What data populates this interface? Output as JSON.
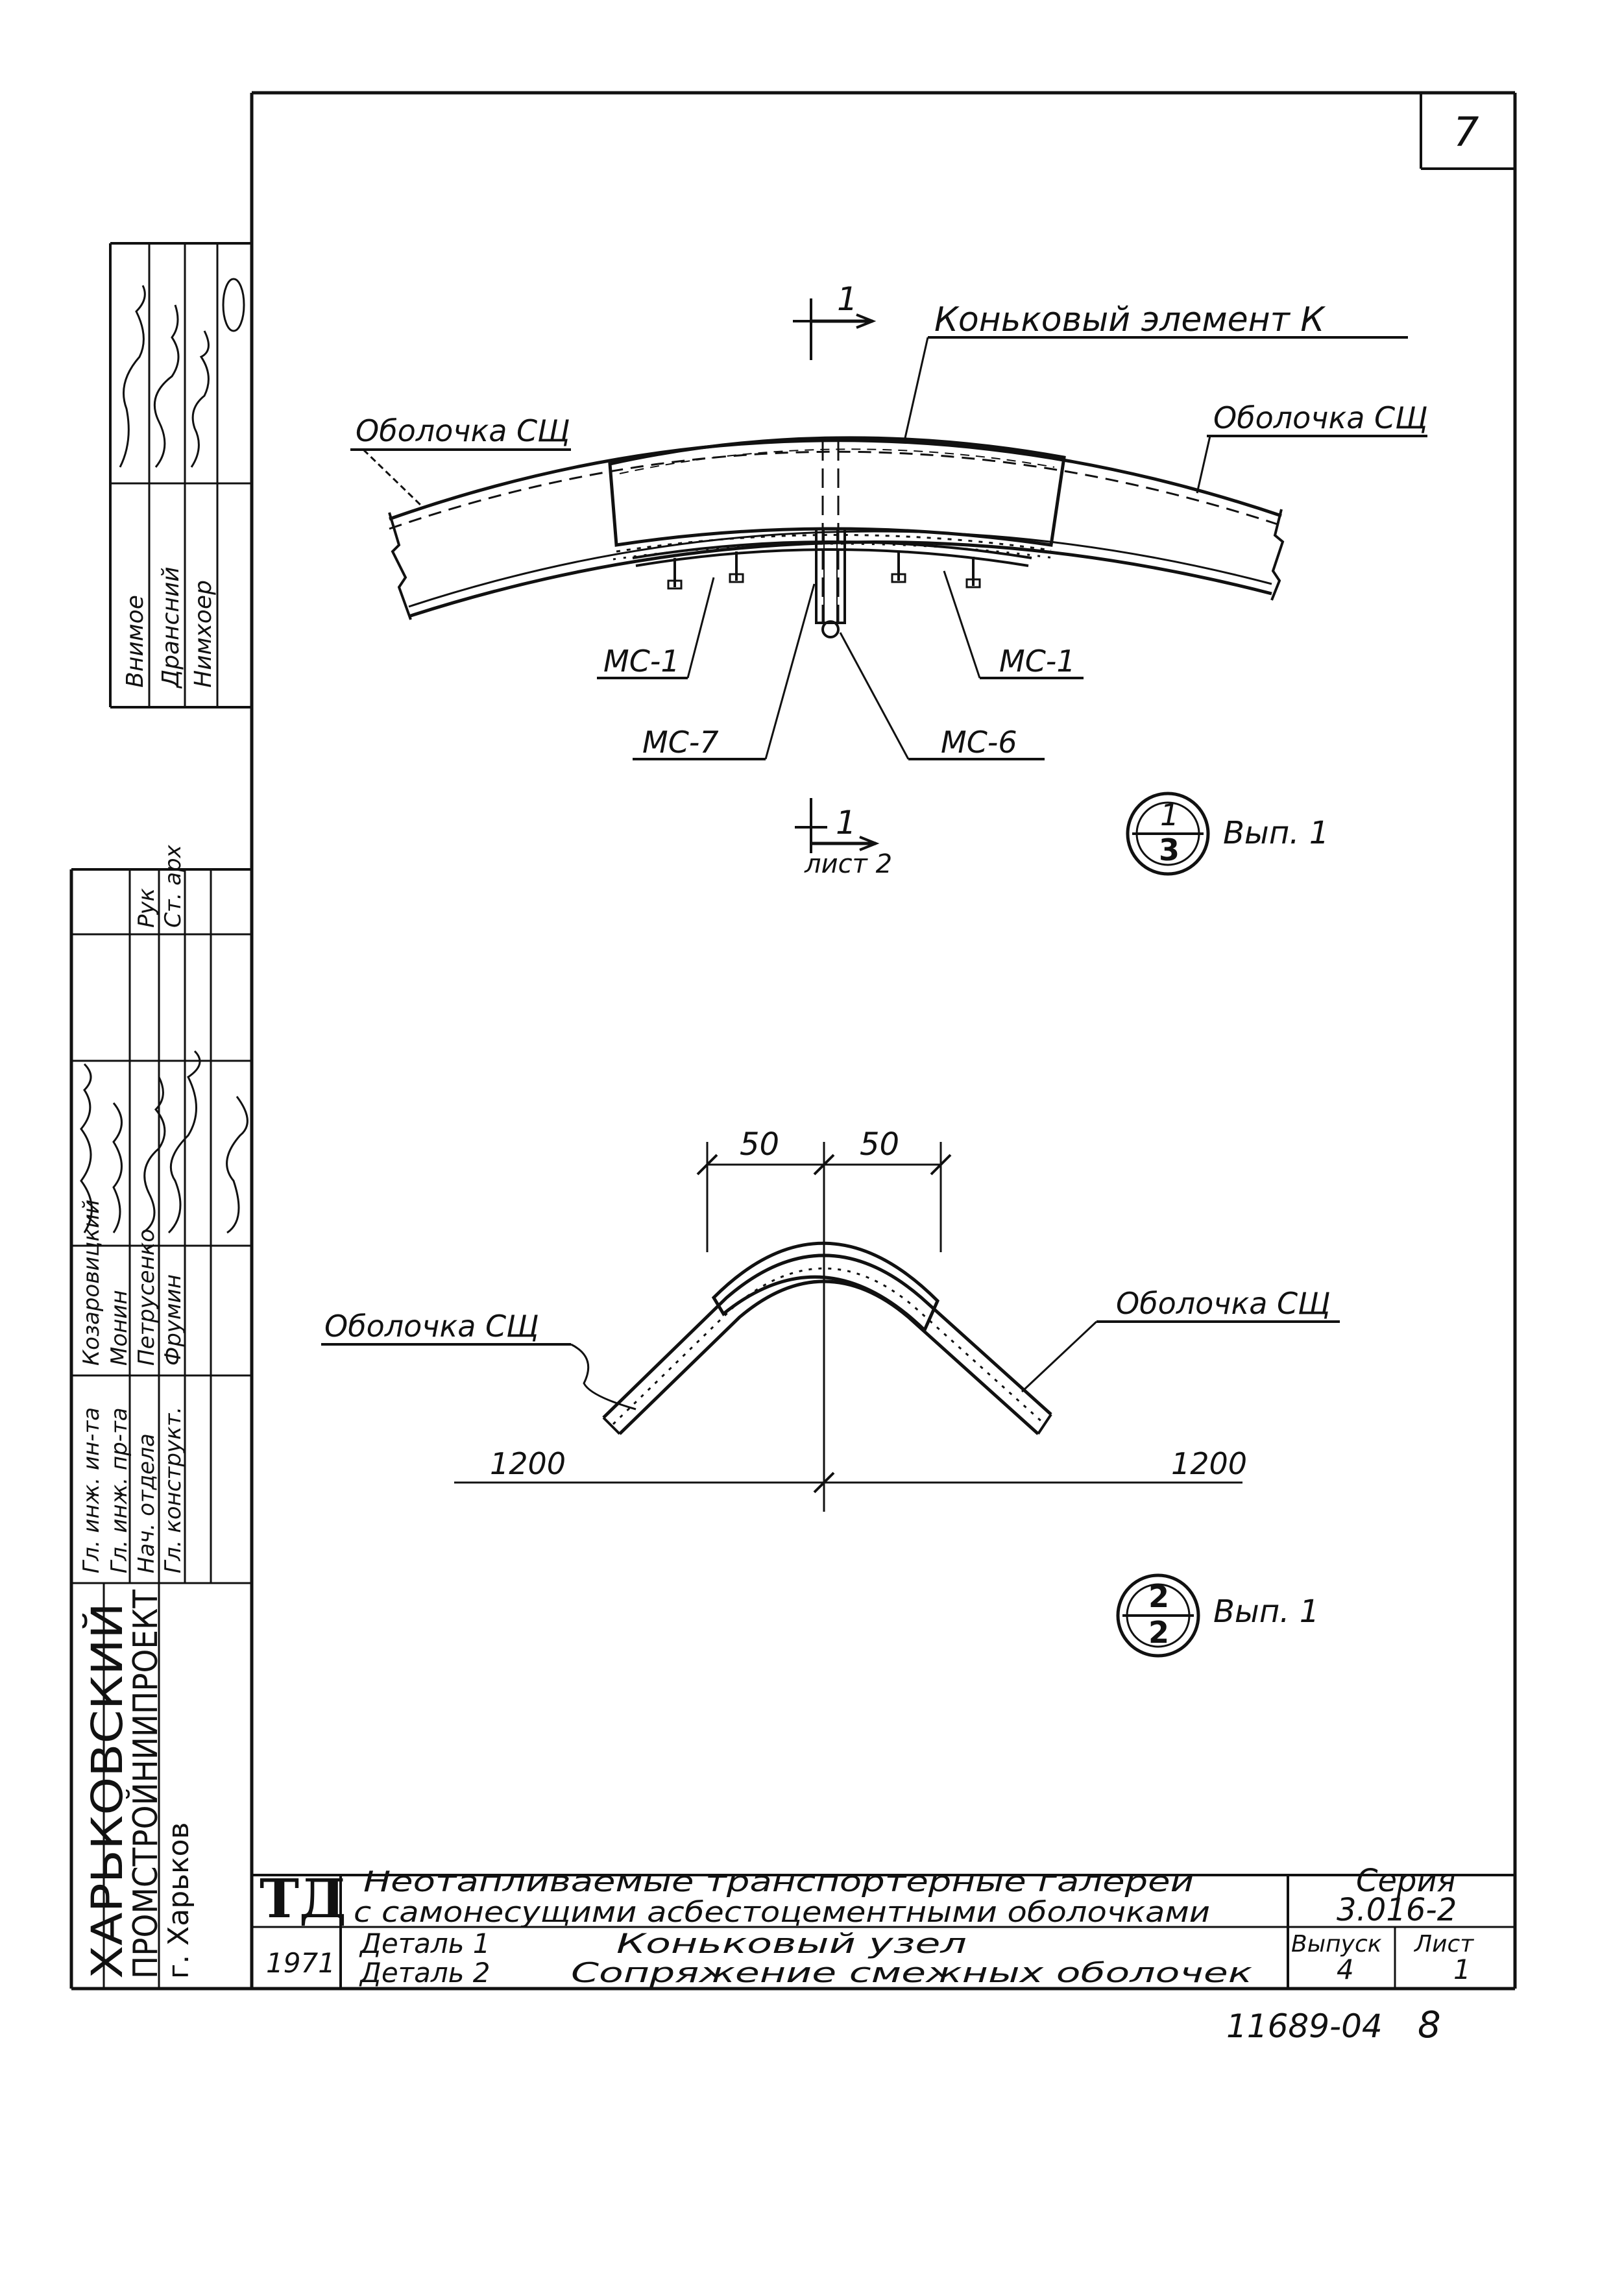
{
  "sheet": {
    "corner_number": "7",
    "bottom_number": "11689-04",
    "bottom_page": "8"
  },
  "detail1": {
    "title": "Коньковый элемент К",
    "shell_left": "Оболочка СЩ",
    "shell_right": "Оболочка СЩ",
    "mc1_left": "МС-1",
    "mc1_right": "МС-1",
    "mc7": "МС-7",
    "mc6": "МС-6",
    "section_num": "1",
    "section_ref": "лист 2",
    "callout_top": "1",
    "callout_bottom": "3",
    "callout_label": "Вып. 1"
  },
  "detail2": {
    "dim_left": "50",
    "dim_right": "50",
    "shell_left": "Оболочка СЩ",
    "shell_right": "Оболочка СЩ",
    "span_left": "1200",
    "span_right": "1200",
    "callout_top": "2",
    "callout_bottom": "2",
    "callout_label": "Вып. 1"
  },
  "stamp": {
    "org_line1": "ХАРЬКОВСКИЙ",
    "org_line2": "ПРОМСТРОЙНИИПРОЕКТ",
    "org_line3": "г. Харьков",
    "roles": [
      "Гл. инж. ин-та",
      "Гл. инж. пр-та",
      "Нач. отдела",
      "Гл. конструкт."
    ],
    "names": [
      "Козаровицкий",
      "Монин",
      "Петрусенко",
      "Фрумин"
    ],
    "roles2": [
      "Рук",
      "Ст. арх"
    ],
    "roles_upper": [
      "Внимое",
      "Дрансний",
      "Нимхоер"
    ],
    "logo": "ТД",
    "title_line1": "Неотапливаемые транспортерные галереи",
    "title_line2": "с самонесущими асбестоцементными оболочками",
    "year": "1971",
    "detail_line1_a": "Деталь 1",
    "detail_line1_b": "Коньковый узел",
    "detail_line2_a": "Деталь 2",
    "detail_line2_b": "Сопряжение смежных оболочек",
    "series_label": "Серия",
    "series_value": "3.016-2",
    "issue_label": "Выпуск",
    "issue_value": "4",
    "sheet_label": "Лист",
    "sheet_value": "1"
  }
}
